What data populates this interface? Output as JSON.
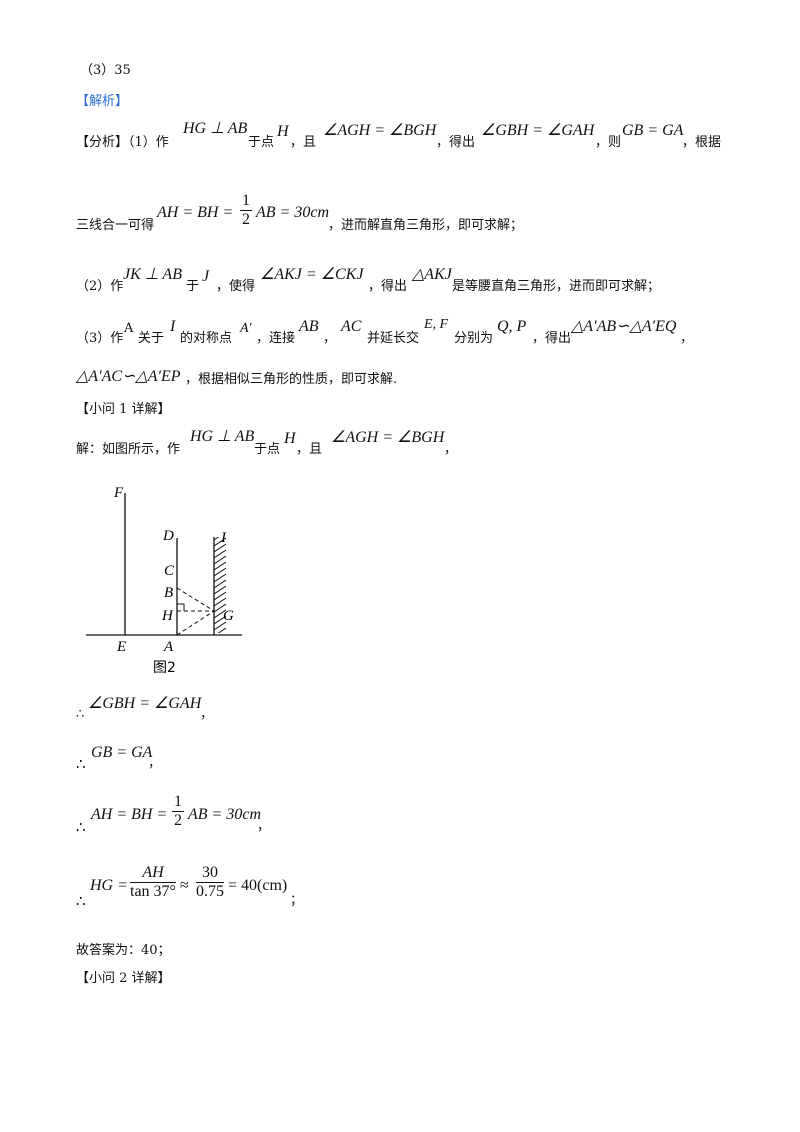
{
  "item3_answer": "（3）35",
  "analysis_tag": "【解析】",
  "fenxi": {
    "head": "【分析】（1）作",
    "hg_perp_ab": "HG ⊥ AB",
    "foot_at": "于点",
    "H": "H",
    "and": "，且",
    "angle_agh_bgh": "∠AGH = ∠BGH",
    "get1": "，得出",
    "angle_gbh_gah": "∠GBH = ∠GAH",
    "then": "，则",
    "gb_ga": "GB = GA",
    "basis": "，根据"
  },
  "line2": {
    "prefix": "三线合一可得",
    "ah_bh": "AH = BH =",
    "frac_num": "1",
    "frac_den": "2",
    "ab_30": "AB = 30cm",
    "suffix": "，进而解直角三角形，即可求解；"
  },
  "line3": {
    "prefix": "（2）作",
    "jk_perp": "JK ⊥ AB",
    "yu": "于",
    "J": "J",
    "make": "，使得",
    "angle_akj": "∠AKJ = ∠CKJ",
    "get": "，得出",
    "tri_akj": "△AKJ",
    "suffix": "是等腰直角三角形，进而即可求解；"
  },
  "line4": {
    "prefix": "（3）作",
    "A": "A",
    "about": "关于",
    "I": "I",
    "sym": "的对称点",
    "Aprime": "A′",
    "connect": "，连接",
    "AB": "AB",
    "comma": "，",
    "AC": "AC",
    "extend": "并延长交",
    "EF": "E, F",
    "resp": "分别为",
    "QP": "Q, P",
    "get": "，得出",
    "sim1": "△A′AB∽△A′EQ",
    "comma2": "，"
  },
  "line5": {
    "sim2": "△A′AC∽△A′EP",
    "suffix": "，根据相似三角形的性质，即可求解."
  },
  "sub1_title": "【小问 1 详解】",
  "sol": {
    "prefix": "解：如图所示，作",
    "hg_perp": "HG ⊥ AB",
    "foot": "于点",
    "H": "H",
    "and": "，且",
    "angle": "∠AGH = ∠BGH",
    "comma": "，"
  },
  "figure": {
    "labels": {
      "F": "F",
      "D": "D",
      "I": "I",
      "C": "C",
      "B": "B",
      "H": "H",
      "G": "G",
      "E": "E",
      "A": "A"
    },
    "caption": "图2"
  },
  "steps": {
    "s1_sym": "∴",
    "s1": "∠GBH = ∠GAH",
    "s1_end": "，",
    "s2_sym": "∴",
    "s2": "GB = GA",
    "s2_end": "，",
    "s3_sym": "∴",
    "s3_left": "AH = BH =",
    "s3_num": "1",
    "s3_den": "2",
    "s3_right": "AB = 30cm",
    "s3_end": "，",
    "s4_sym": "∴",
    "s4_left": "HG =",
    "s4_num1": "AH",
    "s4_den1": "tan 37°",
    "s4_approx": "≈",
    "s4_num2": "30",
    "s4_den2": "0.75",
    "s4_right": "= 40(cm)",
    "s4_end": "；"
  },
  "answer_line": "故答案为：40；",
  "sub2_title": "【小问 2 详解】"
}
